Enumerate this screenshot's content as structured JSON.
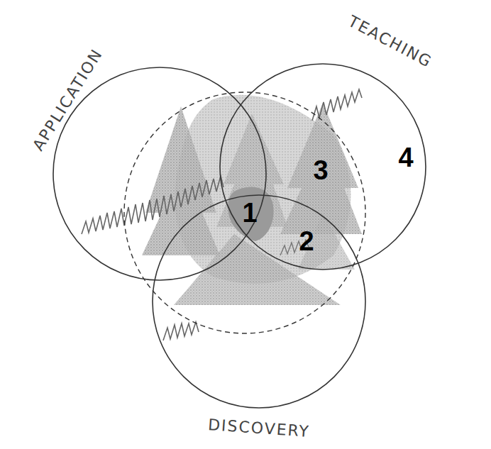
{
  "diagram": {
    "labels": [
      "APPLICATION",
      "TEACHING",
      "DISCOVERY",
      "1",
      "3",
      "2",
      "4"
    ]
  }
}
